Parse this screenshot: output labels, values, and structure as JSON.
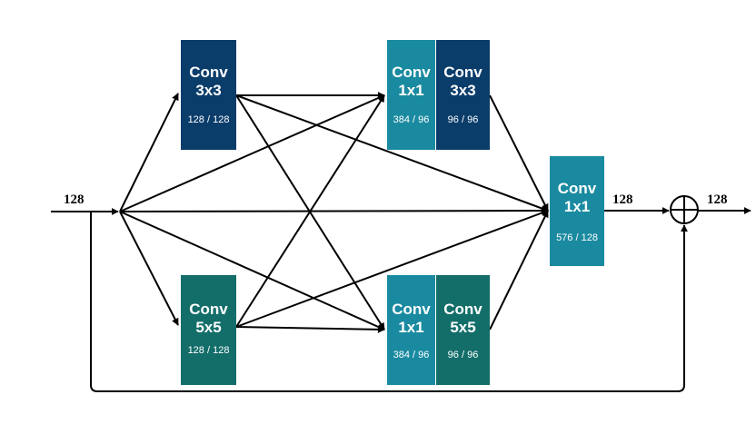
{
  "blocks": {
    "conv3x3_a": {
      "line1": "Conv",
      "line2": "3x3",
      "channels": "128 / 128",
      "color": "#0b3d6b"
    },
    "conv5x5_a": {
      "line1": "Conv",
      "line2": "5x5",
      "channels": "128 / 128",
      "color": "#136e6a"
    },
    "conv1x1_top": {
      "line1": "Conv",
      "line2": "1x1",
      "channels": "384 / 96",
      "color": "#1a8aa0"
    },
    "conv3x3_b": {
      "line1": "Conv",
      "line2": "3x3",
      "channels": "96 / 96",
      "color": "#0b3d6b"
    },
    "conv1x1_bot": {
      "line1": "Conv",
      "line2": "1x1",
      "channels": "384 / 96",
      "color": "#1a8aa0"
    },
    "conv5x5_b": {
      "line1": "Conv",
      "line2": "5x5",
      "channels": "96 / 96",
      "color": "#136e6a"
    },
    "conv1x1_final": {
      "line1": "Conv",
      "line2": "1x1",
      "channels": "576 / 128",
      "color": "#1a8aa0"
    }
  },
  "labels": {
    "input": "128",
    "after_final": "128",
    "output": "128"
  },
  "icons": {
    "sum": "circle-plus-icon"
  }
}
